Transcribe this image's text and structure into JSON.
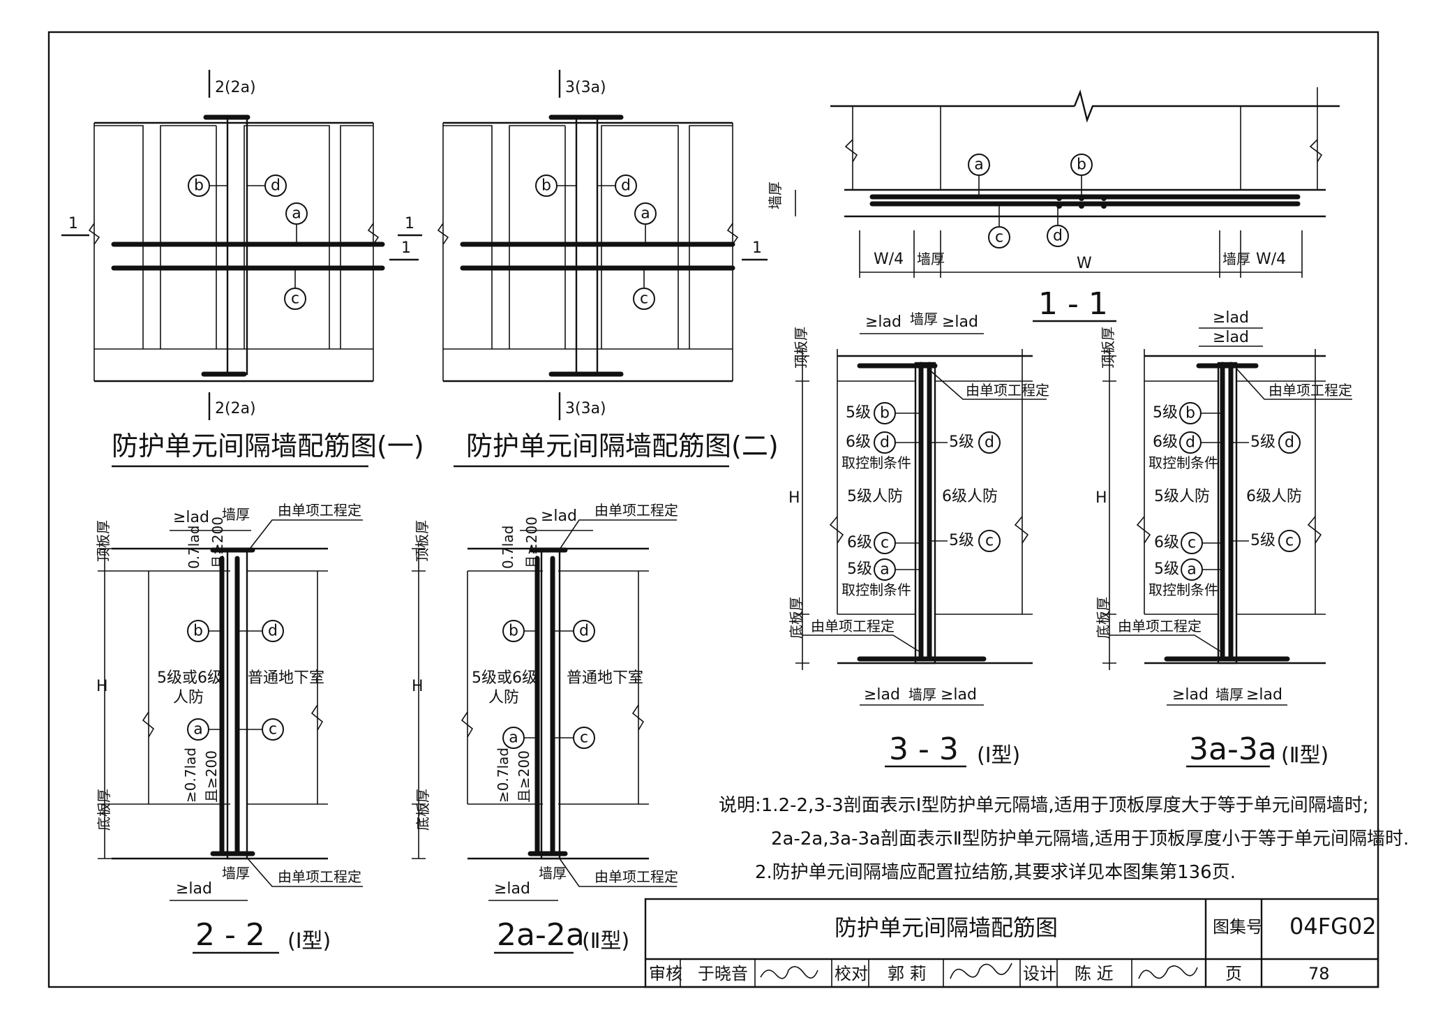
{
  "plan_views": {
    "left": {
      "title": "防护单元间隔墙配筋图(一)",
      "cut_top": "2(2a)",
      "cut_bottom": "2(2a)",
      "section_mark": "1"
    },
    "right": {
      "title": "防护单元间隔墙配筋图(二)",
      "cut_top": "3(3a)",
      "cut_bottom": "3(3a)",
      "section_mark": "1"
    }
  },
  "rebar_marks": {
    "a": "a",
    "b": "b",
    "c": "c",
    "d": "d"
  },
  "section_1_1": {
    "label": "1 - 1",
    "w_quarter": "W/4",
    "wall_thk": "墙厚",
    "w": "W"
  },
  "section_2_2": {
    "label": "2 - 2",
    "type": "(Ⅰ型)",
    "lad": "≥lad",
    "wall_thk": "墙厚",
    "by_project": "由单项工程定",
    "top_slab": "顶板厚",
    "bottom_slab": "底板厚",
    "lap_top": "0.7lad",
    "lap_top2": "且≥200",
    "lap_bot": "≥0.7lad",
    "lap_bot2": "且≥200",
    "h": "H",
    "left_room_1": "5级或6级",
    "left_room_2": "人防",
    "right_room": "普通地下室"
  },
  "section_2a_2a": {
    "label": "2a-2a",
    "type": "(Ⅱ型)",
    "lad": "≥lad",
    "wall_thk": "墙厚",
    "by_project": "由单项工程定",
    "top_slab": "顶板厚",
    "bottom_slab": "底板厚",
    "lap_top": "0.7lad",
    "lap_top2": "且≥200",
    "lap_bot": "≥0.7lad",
    "lap_bot2": "且≥200",
    "h": "H",
    "left_room_1": "5级或6级",
    "left_room_2": "人防",
    "right_room": "普通地下室"
  },
  "section_3_3": {
    "label": "3 - 3",
    "type": "(Ⅰ型)",
    "lad": "≥lad",
    "wall_thk": "墙厚",
    "by_project": "由单项工程定",
    "top_slab": "顶板厚",
    "bottom_slab": "底板厚",
    "h": "H",
    "grade5": "5级",
    "grade6": "6级",
    "cond": "取控制条件",
    "left_room": "5级人防",
    "right_room": "6级人防"
  },
  "section_3a_3a": {
    "label": "3a-3a",
    "type": "(Ⅱ型)",
    "lad": "≥lad",
    "wall_thk": "墙厚",
    "by_project": "由单项工程定",
    "top_slab": "顶板厚",
    "bottom_slab": "底板厚",
    "h": "H",
    "grade5": "5级",
    "grade6": "6级",
    "cond": "取控制条件",
    "left_room": "5级人防",
    "right_room": "6级人防"
  },
  "notes": {
    "line1": "说明:1.2-2,3-3剖面表示Ⅰ型防护单元隔墙,适用于顶板厚度大于等于单元间隔墙时;",
    "line2": "2a-2a,3a-3a剖面表示Ⅱ型防护单元隔墙,适用于顶板厚度小于等于单元间隔墙时.",
    "line3": "2.防护单元间隔墙应配置拉结筋,其要求详见本图集第136页."
  },
  "title_block": {
    "drawing_title": "防护单元间隔墙配筋图",
    "atlas_label": "图集号",
    "atlas_no": "04FG02",
    "review_label": "审核",
    "reviewer": "于晓音",
    "check_label": "校对",
    "checker": "郭 莉",
    "design_label": "设计",
    "designer": "陈 近",
    "page_label": "页",
    "page_no": "78"
  }
}
